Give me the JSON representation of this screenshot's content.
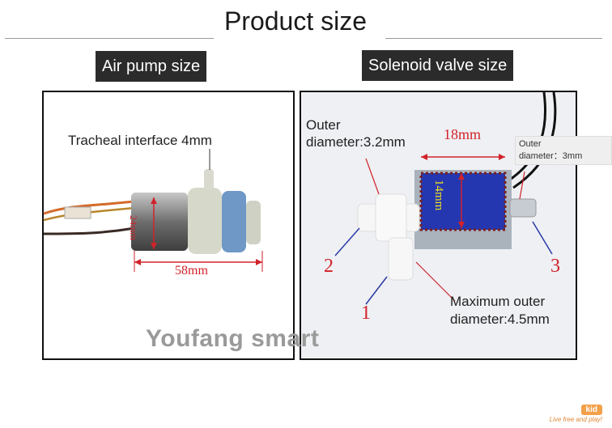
{
  "header": {
    "title": "Product size"
  },
  "tags": {
    "air_pump": "Air pump size",
    "solenoid": "Solenoid valve size"
  },
  "air_pump": {
    "interface_label": "Tracheal interface 4mm",
    "length_label": "58mm",
    "height_label": "24mm"
  },
  "solenoid": {
    "outer_left_line1": "Outer",
    "outer_left_line2": "diameter:3.2mm",
    "width_label": "18mm",
    "height_label": "14mm",
    "outer_right_line1": "Outer",
    "outer_right_line2": "diameter：3mm",
    "max_outer_line1": "Maximum outer",
    "max_outer_line2": "diameter:4.5mm",
    "markers": [
      "1",
      "2",
      "3"
    ]
  },
  "watermark": "Youfang smart",
  "logo": {
    "brand": "kid",
    "tagline": "Live free and play!"
  },
  "colors": {
    "accent_red": "#d2222a",
    "tag_bg": "#2b2b2b",
    "pointer_blue": "#2a3aa8"
  }
}
